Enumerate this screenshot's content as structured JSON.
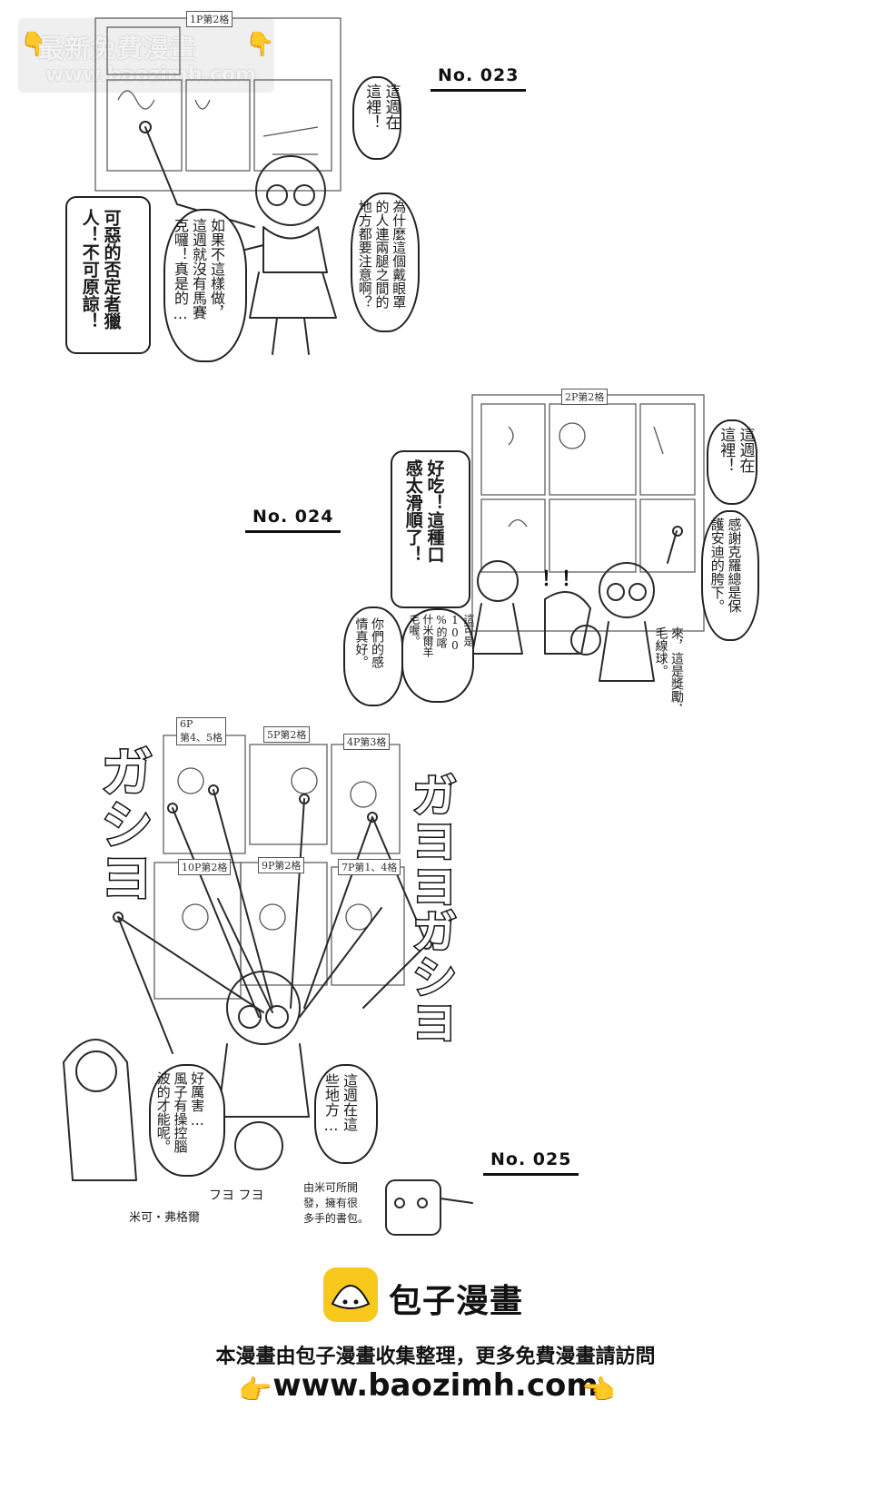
{
  "watermark": {
    "line1": "最新免費漫畫",
    "line2": "www.baozimh.com",
    "hand_icon": "pointing-down-hand-icon"
  },
  "ep023": {
    "label": "No. 023",
    "panel_tag": "1P第2格",
    "bubble1": "這週在\n這裡！",
    "bubble2": "為什麼這個戴眼罩\n的人連兩腿之間的\n地方都要注意啊？",
    "bubble3": "如果不這樣做，\n這週就沒有馬賽\n克囉！真是的…",
    "bubble4": "可惡的否定者獵\n人！不可原諒！"
  },
  "ep024": {
    "label": "No. 024",
    "panel_tag": "2P第2格",
    "bubble1": "這週在\n這裡！",
    "bubble2": "感謝克羅總是保\n護安迪的胯下。",
    "bubble3": "來，這是獎勵．\n毛線球。",
    "bubble4": "好吃！這種口\n感太滑順了！",
    "bubble5": "這可是\n100\n%的喀\n什米爾羊\n毛喔。",
    "bubble6": "你們的感\n情真好。",
    "exclaim": "！！"
  },
  "ep025": {
    "label": "No. 025",
    "panel_tags": [
      "6P\n第4、5格",
      "5P第2格",
      "4P第3格",
      "10P第2格",
      "9P第2格",
      "7P第1、4格"
    ],
    "sfx_left": "ガシヨ",
    "sfx_right": "ガヨヨガシヨ",
    "bubble1": "好厲害…\n風子有操控腦\n波的才能呢。",
    "bubble2": "這週在這\n些地方…",
    "caption_bag": "由米可所開\n發，擁有很\n多手的書包。",
    "caption_name": "米可・弗格爾",
    "sfx_small": "フヨ フヨ"
  },
  "footer": {
    "brand": "包子漫畫",
    "note": "本漫畫由包子漫畫收集整理，更多免費漫畫請訪問",
    "url": "www.baozimh.com",
    "left_hand_icon": "pointing-right-hand-icon",
    "right_hand_icon": "pointing-left-hand-icon",
    "logo_icon": "bun-face-logo-icon"
  }
}
